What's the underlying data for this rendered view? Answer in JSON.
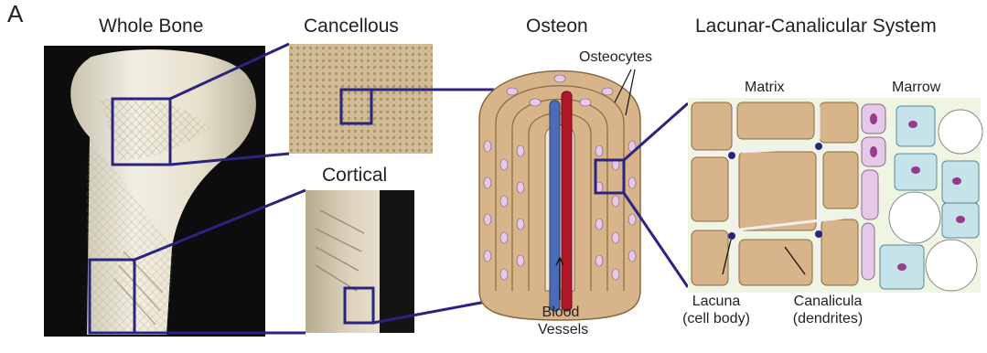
{
  "figure": {
    "panel_letter": "A",
    "titles": {
      "whole_bone": "Whole Bone",
      "cancellous": "Cancellous",
      "cortical": "Cortical",
      "osteon": "Osteon",
      "lcs": "Lacunar-Canalicular System"
    },
    "labels": {
      "osteocytes": "Osteocytes",
      "blood_vessels_line1": "Blood",
      "blood_vessels_line2": "Vessels",
      "matrix": "Matrix",
      "marrow": "Marrow",
      "lacuna_line1": "Lacuna",
      "lacuna_line2": "(cell body)",
      "canalicula_line1": "Canalicula",
      "canalicula_line2": "(dendrites)"
    },
    "colors": {
      "highlight_box": "#2a2480",
      "bone": "#d8b48a",
      "blood_vessel_red": "#b0182a",
      "blood_vessel_blue": "#4a6cb8",
      "osteocyte": "#e6c8e8",
      "lcs_background": "#eef5e2",
      "marrow_cell": "#c7e3ea"
    }
  }
}
